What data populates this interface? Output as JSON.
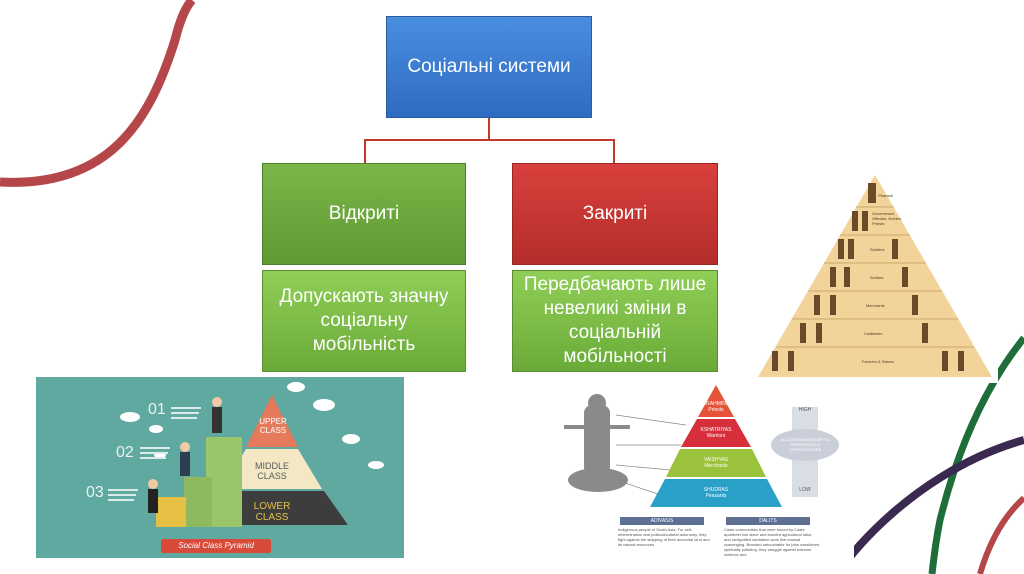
{
  "diagram": {
    "root": "Соціальні системи",
    "open": "Відкриті",
    "closed": "Закриті",
    "open_desc": "Допускають значну соціальну мобільність",
    "closed_desc": "Передбачають лише невеликі зміни в соціальній мобільності"
  },
  "social_class_image": {
    "numbers": [
      "01",
      "02",
      "03"
    ],
    "upper": "UPPER CLASS",
    "middle": "MIDDLE CLASS",
    "lower": "LOWER CLASS",
    "caption": "Social Class Pyramid"
  },
  "caste_image": {
    "levels": [
      {
        "name": "BRAHMINS",
        "sub": "Priests"
      },
      {
        "name": "KSHATRIYAS",
        "sub": "Warriors"
      },
      {
        "name": "VAISHYAS",
        "sub": "Merchants"
      },
      {
        "name": "SHUDRAS",
        "sub": "Peasants"
      }
    ],
    "high": "HIGH",
    "low": "LOW",
    "access": "ACCESS/OWNERSHIP TO RESOURCES & OPPORTUNITIES",
    "adivasis": "ADIVASIS",
    "dalits": "DALITS",
    "adivasis_text": "Indigenous people of South Asia. For self-determination and political/cultural autonomy, they fight against the stripping of their ancestral land and its natural resources.",
    "dalits_text": "Caste communities that were forced by Caste apartheid into slave and bonded agricultural labor, and undignified sanitation work like manual scavenging. Branded untouchable for jobs considered spiritually polluting, they struggle against extreme violence and"
  },
  "egypt_image": {
    "labels": [
      "Pharaoh",
      "Government Officials, Nobles, Priests",
      "Soldiers",
      "Scribes",
      "Merchants",
      "Craftsmen",
      "Farmers & Slaves"
    ]
  }
}
